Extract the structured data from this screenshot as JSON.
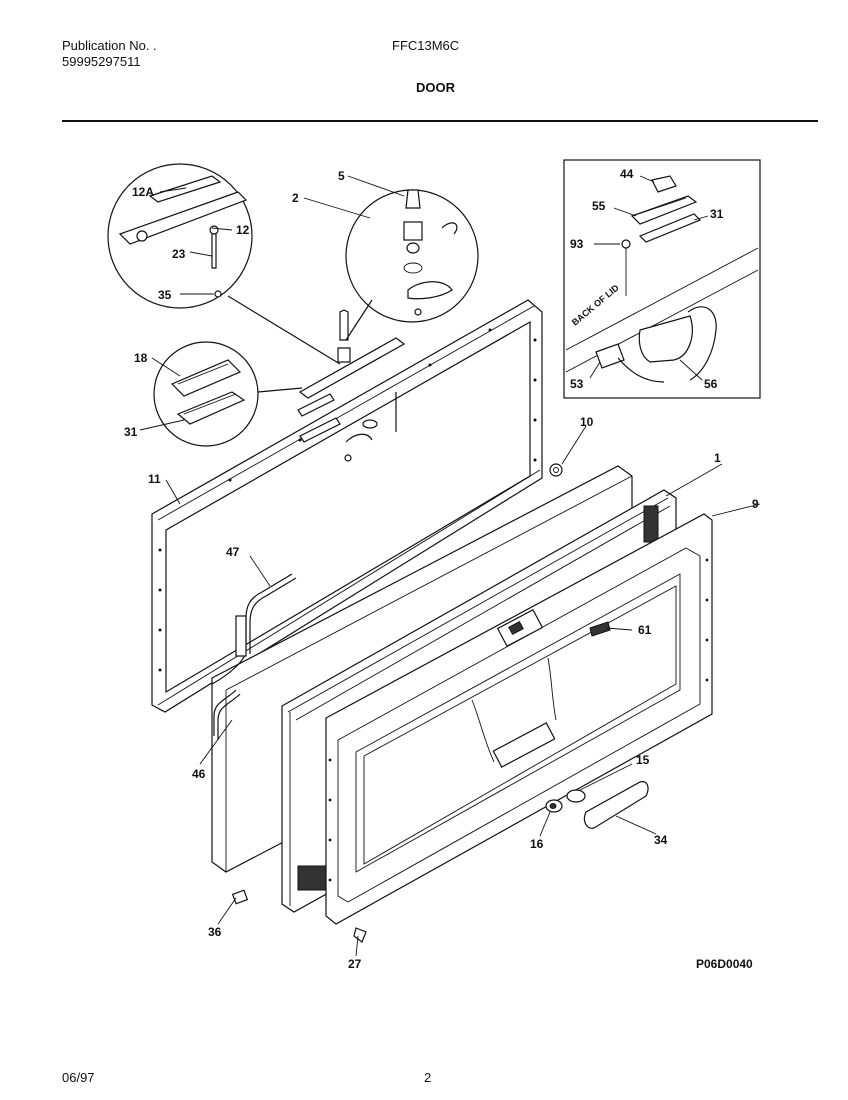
{
  "header": {
    "publication_label": "Publication No. .",
    "publication_number": "59995297511",
    "model": "FFC13M6C",
    "section_title": "DOOR"
  },
  "diagram": {
    "code": "P06D0040",
    "inset_text": "BACK OF LID",
    "callouts": {
      "p12a": "12A",
      "p12": "12",
      "p23": "23",
      "p35": "35",
      "p5": "5",
      "p2": "2",
      "p18": "18",
      "p31_left": "31",
      "p11": "11",
      "p10": "10",
      "p1": "1",
      "p9": "9",
      "p47": "47",
      "p61": "61",
      "p46": "46",
      "p15": "15",
      "p16": "16",
      "p34": "34",
      "p36": "36",
      "p27": "27",
      "p44": "44",
      "p55": "55",
      "p31_inset": "31",
      "p93": "93",
      "p53": "53",
      "p56": "56"
    }
  },
  "footer": {
    "date": "06/97",
    "page_number": "2"
  }
}
